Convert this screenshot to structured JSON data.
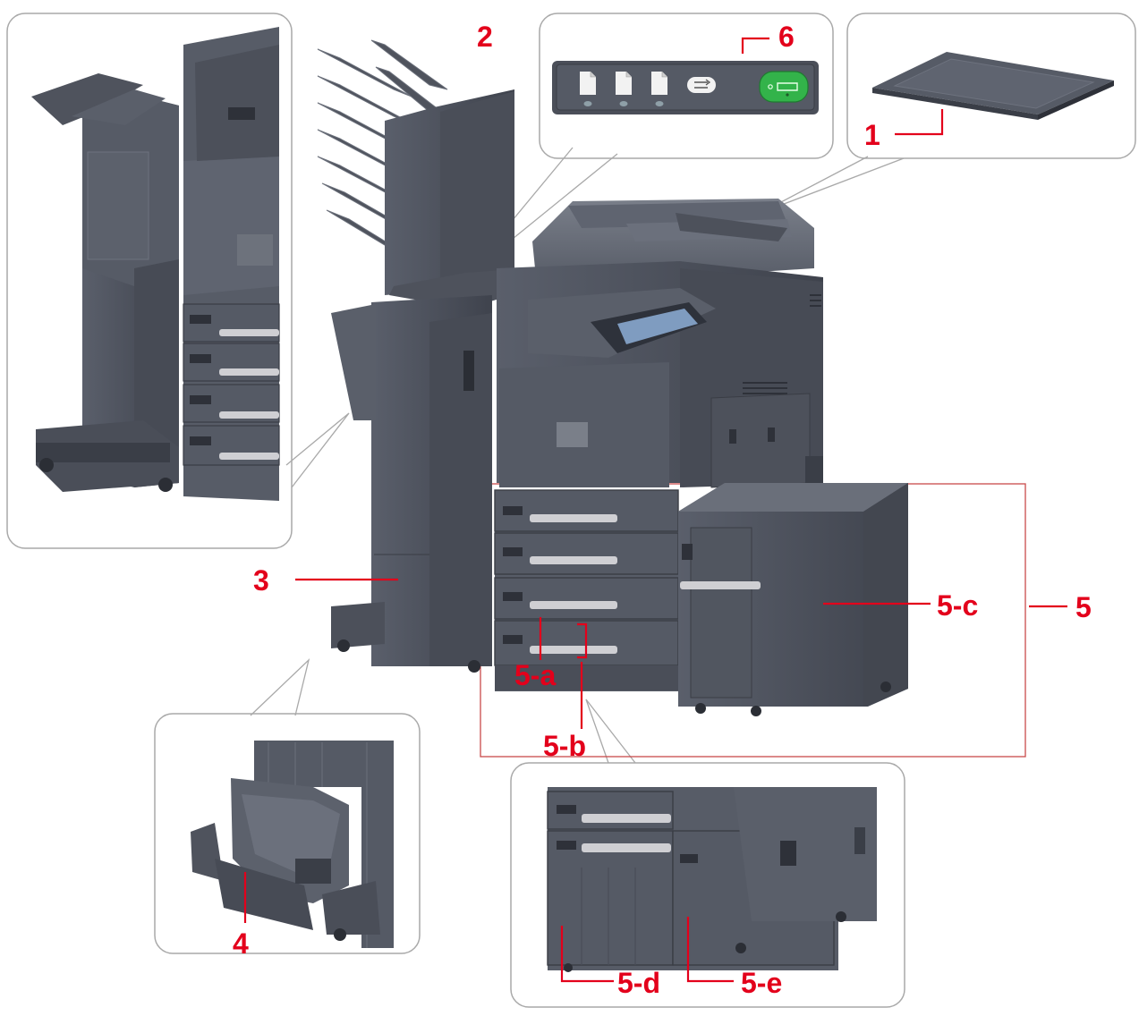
{
  "callouts": {
    "c1": "1",
    "c2": "2",
    "c3": "3",
    "c4": "4",
    "c5": "5",
    "c5a": "5-a",
    "c5b": "5-b",
    "c5c": "5-c",
    "c5d": "5-d",
    "c5e": "5-e",
    "c6": "6"
  },
  "colors": {
    "callout": "#e3001b",
    "body": "#4d525e",
    "body_light": "#6b707c",
    "body_dark": "#363a44",
    "panel_green": "#33b34a",
    "frame": "#a9a9a9",
    "option_box": "#c94a4a"
  },
  "icons": [
    "paper-sheet-icon",
    "paper-sheet-icon",
    "paper-sheet-icon",
    "copy-mode-icon",
    "start-key-icon"
  ]
}
